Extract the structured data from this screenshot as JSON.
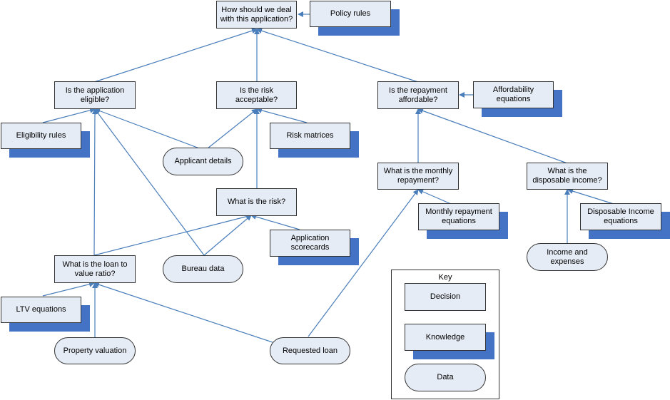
{
  "diagram": {
    "decisions": {
      "deal": "How should we deal with this application?",
      "eligible": "Is the application eligible?",
      "risk_acceptable": "Is the risk acceptable?",
      "affordable": "Is the repayment affordable?",
      "what_risk": "What is the risk?",
      "monthly_repayment": "What is the monthly repayment?",
      "disposable_income": "What is the disposable income?",
      "ltv_ratio": "What is the loan to value ratio?"
    },
    "knowledge": {
      "policy_rules": "Policy rules",
      "eligibility_rules": "Eligibility rules",
      "risk_matrices": "Risk matrices",
      "affordability_equations": "Affordability equations",
      "application_scorecards": "Application scorecards",
      "monthly_repayment_equations": "Monthly repayment equations",
      "disposable_income_equations": "Disposable Income equations",
      "ltv_equations": "LTV equations"
    },
    "data": {
      "applicant_details": "Applicant details",
      "bureau_data": "Bureau data",
      "income_expenses": "Income and expenses",
      "property_valuation": "Property valuation",
      "requested_loan": "Requested loan"
    },
    "key": {
      "title": "Key",
      "decision": "Decision",
      "knowledge": "Knowledge",
      "data": "Data"
    }
  }
}
